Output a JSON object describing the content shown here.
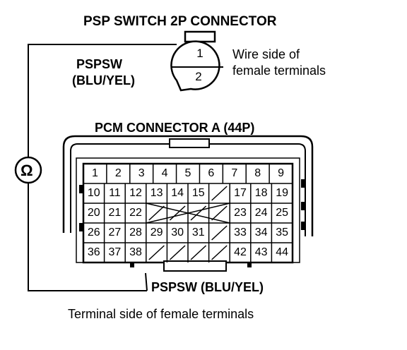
{
  "labels": {
    "psp_title": "PSP SWITCH 2P CONNECTOR",
    "pspsw_top": "PSPSW",
    "pspsw_top_color": "(BLU/YEL)",
    "wire_side_1": "Wire side of",
    "wire_side_2": "female terminals",
    "pcm_title": "PCM CONNECTOR A (44P)",
    "pspsw_bottom": "PSPSW (BLU/YEL)",
    "terminal_side": "Terminal side of female terminals",
    "ohm_symbol": "Ω"
  },
  "psp_connector": {
    "pin_top": "1",
    "pin_bottom": "2"
  },
  "pcm_connector": {
    "rows": [
      [
        "1",
        "2",
        "3",
        "4",
        "5",
        "6",
        "7",
        "8",
        "9"
      ],
      [
        "10",
        "11",
        "12",
        "13",
        "14",
        "15",
        "",
        "17",
        "18",
        "19"
      ],
      [
        "20",
        "21",
        "22",
        "",
        "",
        "",
        "",
        "23",
        "24",
        "25"
      ],
      [
        "26",
        "27",
        "28",
        "29",
        "30",
        "31",
        "",
        "33",
        "34",
        "35"
      ],
      [
        "36",
        "37",
        "38",
        "",
        "",
        "",
        "",
        "42",
        "43",
        "44"
      ]
    ]
  }
}
